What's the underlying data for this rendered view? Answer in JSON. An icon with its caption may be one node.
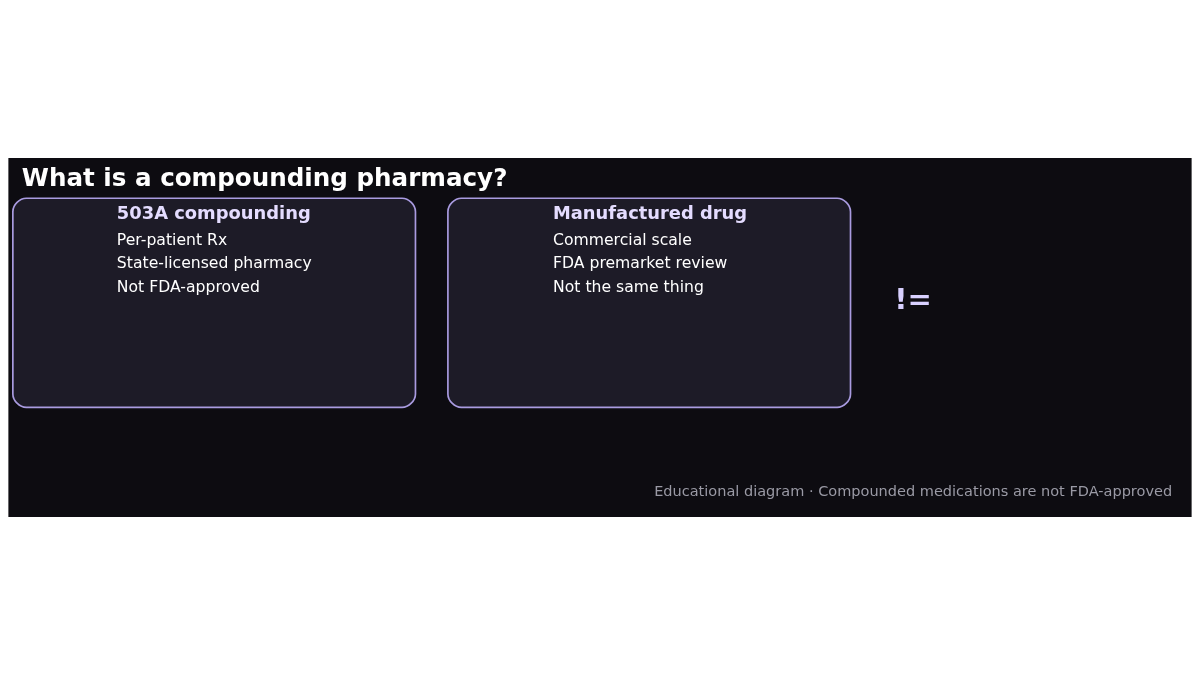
{
  "diagram": {
    "title": "What is a compounding pharmacy?",
    "caption": "Educational diagram · Compounded medications are not FDA-approved",
    "nodes": [
      {
        "text": [
          "503A compounding",
          "Per-patient Rx",
          "State-licensed pharmacy",
          "Not FDA-approved"
        ]
      },
      {
        "text": [
          "Manufactured drug",
          "Commercial scale",
          "FDA premarket review",
          "Not the same thing"
        ]
      }
    ],
    "edges": [],
    "labels": [
      "!="
    ]
  }
}
